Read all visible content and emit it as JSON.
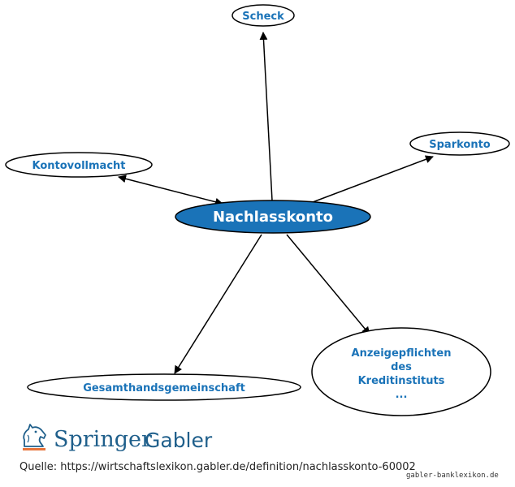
{
  "diagram": {
    "center": "Nachlasskonto",
    "nodes": {
      "scheck": "Scheck",
      "sparkonto": "Sparkonto",
      "kontovollmacht": "Kontovollmacht",
      "gesamthand": "Gesamthandsgemeinschaft",
      "anzeige_1": "Anzeigepflichten",
      "anzeige_2": "des",
      "anzeige_3": "Kreditinstituts",
      "anzeige_4": "..."
    }
  },
  "footer": {
    "logo_springer": "Springer",
    "logo_gabler": "Gabler",
    "source": "Quelle: https://wirtschaftslexikon.gabler.de/definition/nachlasskonto-60002",
    "watermark": "gabler-banklexikon.de"
  },
  "colors": {
    "center_fill": "#1a73b8",
    "node_text": "#1a73b8",
    "logo": "#1f5f8b"
  }
}
